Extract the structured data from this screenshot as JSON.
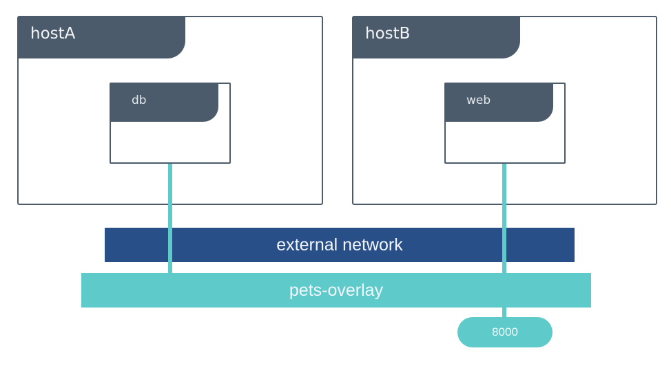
{
  "hosts": [
    {
      "label": "hostA",
      "container": {
        "label": "db"
      }
    },
    {
      "label": "hostB",
      "container": {
        "label": "web"
      }
    }
  ],
  "networks": {
    "external": {
      "label": "external network",
      "color": "#284f87"
    },
    "overlay": {
      "label": "pets-overlay",
      "color": "#5ecaca"
    }
  },
  "port": {
    "label": "8000"
  },
  "colors": {
    "host": "#4b5b6b",
    "link": "#5ecaca"
  }
}
